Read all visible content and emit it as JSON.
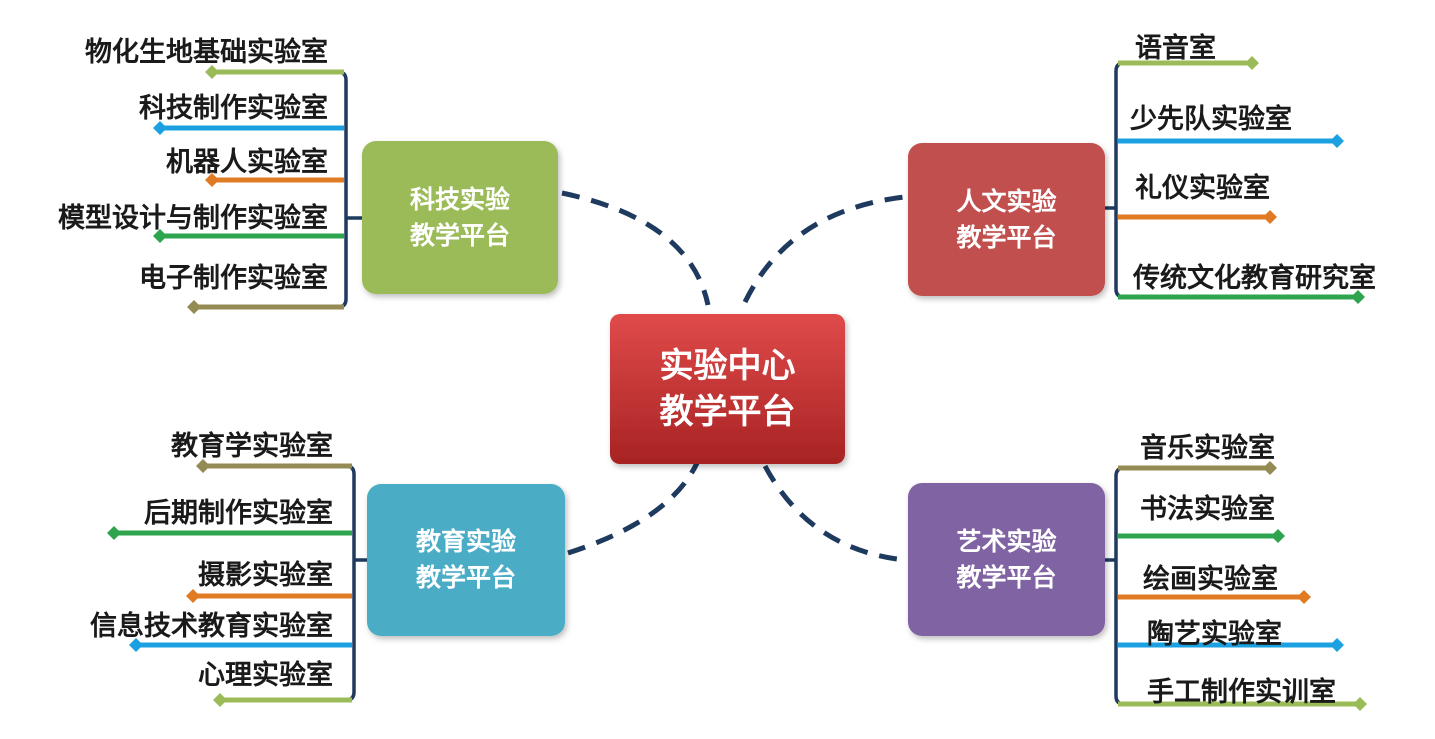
{
  "center": {
    "line1": "实验中心",
    "line2": "教学平台",
    "color": "#c0392b"
  },
  "platforms": {
    "tech": {
      "line1": "科技实验",
      "line2": "教学平台",
      "color": "#9bbb59",
      "items": [
        {
          "label": "物化生地基础实验室",
          "color": "#9bbb59"
        },
        {
          "label": "科技制作实验室",
          "color": "#1ba1e2"
        },
        {
          "label": "机器人实验室",
          "color": "#e07b24"
        },
        {
          "label": "模型设计与制作实验室",
          "color": "#2ea44f"
        },
        {
          "label": "电子制作实验室",
          "color": "#948a54"
        }
      ]
    },
    "humanities": {
      "line1": "人文实验",
      "line2": "教学平台",
      "color": "#c0504d",
      "items": [
        {
          "label": "语音室",
          "color": "#9bbb59"
        },
        {
          "label": "少先队实验室",
          "color": "#1ba1e2"
        },
        {
          "label": "礼仪实验室",
          "color": "#e07b24"
        },
        {
          "label": "传统文化教育研究室",
          "color": "#2ea44f"
        }
      ]
    },
    "education": {
      "line1": "教育实验",
      "line2": "教学平台",
      "color": "#4bacc6",
      "items": [
        {
          "label": "教育学实验室",
          "color": "#948a54"
        },
        {
          "label": "后期制作实验室",
          "color": "#2ea44f"
        },
        {
          "label": "摄影实验室",
          "color": "#e07b24"
        },
        {
          "label": "信息技术教育实验室",
          "color": "#1ba1e2"
        },
        {
          "label": "心理实验室",
          "color": "#9bbb59"
        }
      ]
    },
    "art": {
      "line1": "艺术实验",
      "line2": "教学平台",
      "color": "#8064a2",
      "items": [
        {
          "label": "音乐实验室",
          "color": "#948a54"
        },
        {
          "label": "书法实验室",
          "color": "#2ea44f"
        },
        {
          "label": "绘画实验室",
          "color": "#e07b24"
        },
        {
          "label": "陶艺实验室",
          "color": "#1ba1e2"
        },
        {
          "label": "手工制作实训室",
          "color": "#9bbb59"
        }
      ]
    }
  },
  "connector_color": "#1f3a5f"
}
